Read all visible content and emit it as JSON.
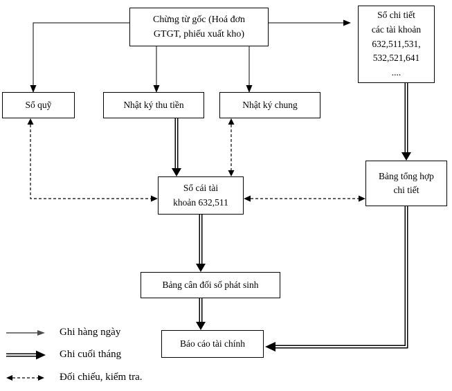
{
  "nodes": {
    "chung_tu_goc": {
      "lines": [
        "Chừng từ gốc (Hoá đơn",
        "GTGT, phiếu xuất kho)"
      ]
    },
    "so_chi_tiet": {
      "lines": [
        "Sổ chi tiết",
        "các tài khoản",
        "632,511,531,",
        "532,521,641",
        "...."
      ]
    },
    "so_quy": {
      "label": "Sổ quỹ"
    },
    "nhat_ky_thu_tien": {
      "label": "Nhật ký thu tiền"
    },
    "nhat_ky_chung": {
      "label": "Nhật ký chung"
    },
    "so_cai": {
      "lines": [
        "Sổ cái tài",
        "khoản 632,511"
      ]
    },
    "bang_tong_hop": {
      "lines": [
        "Bảng tổng hợp",
        "chi tiết"
      ]
    },
    "bang_can_doi": {
      "label": "Bảng cân đối số phát sinh"
    },
    "bao_cao": {
      "label": "Báo cáo tài chính"
    }
  },
  "edges": [
    {
      "from": "chung_tu_goc",
      "to": "so_quy",
      "style": "daily"
    },
    {
      "from": "chung_tu_goc",
      "to": "nhat_ky_thu_tien",
      "style": "daily"
    },
    {
      "from": "chung_tu_goc",
      "to": "nhat_ky_chung",
      "style": "daily"
    },
    {
      "from": "chung_tu_goc",
      "to": "so_chi_tiet",
      "style": "daily"
    },
    {
      "from": "nhat_ky_thu_tien",
      "to": "so_cai",
      "style": "monthly"
    },
    {
      "from": "nhat_ky_chung",
      "to": "so_cai",
      "style": "check-both-ways"
    },
    {
      "from": "so_quy",
      "to": "so_cai",
      "style": "check-both-ways"
    },
    {
      "from": "so_cai",
      "to": "bang_tong_hop",
      "style": "check-both-ways"
    },
    {
      "from": "so_chi_tiet",
      "to": "bang_tong_hop",
      "style": "monthly"
    },
    {
      "from": "so_cai",
      "to": "bang_can_doi",
      "style": "monthly"
    },
    {
      "from": "bang_can_doi",
      "to": "bao_cao",
      "style": "monthly"
    },
    {
      "from": "bang_tong_hop",
      "to": "bao_cao",
      "style": "monthly"
    }
  ],
  "legend": {
    "items": [
      {
        "style": "daily",
        "label": "Ghi hàng ngày"
      },
      {
        "style": "monthly",
        "label": "Ghi cuối tháng"
      },
      {
        "style": "check",
        "label": "Đối chiếu, kiểm tra."
      }
    ]
  },
  "colors": {
    "line": "#000000",
    "background": "#ffffff",
    "daily_arrow_gray": "#4d4d4d"
  }
}
